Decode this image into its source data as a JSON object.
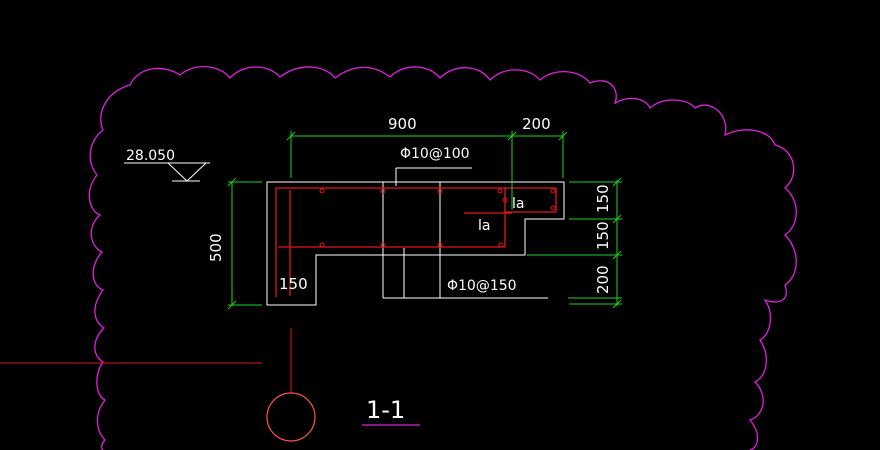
{
  "drawing": {
    "elevation": "28.050",
    "section_title": "1-1",
    "dimensions": {
      "top_width": "900",
      "top_ledge": "200",
      "height_total": "500",
      "right_top": "150",
      "right_mid": "150",
      "right_bottom": "200",
      "inner_left": "150"
    },
    "rebar_top": "Φ10@100",
    "rebar_bottom": "Φ10@150",
    "anchor_label_1": "la",
    "anchor_label_2": "la"
  },
  "colors": {
    "background": "#000000",
    "cloud": "#e020e0",
    "dimension": "#20d020",
    "rebar": "#e01818",
    "concrete": "#ffffff",
    "marker": "#ff5050"
  }
}
